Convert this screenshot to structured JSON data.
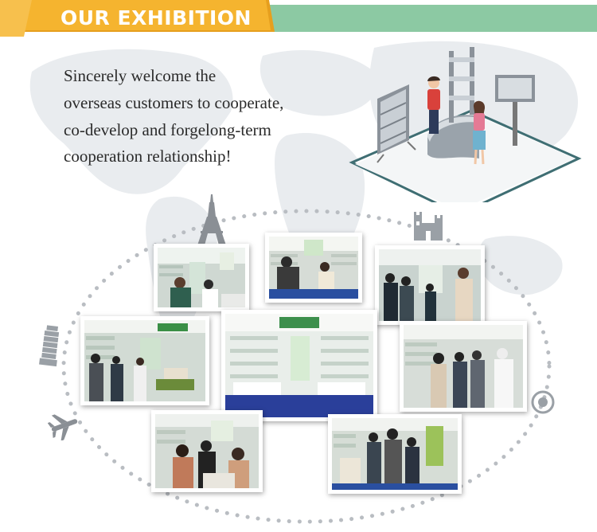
{
  "header": {
    "title": "OUR EXHIBITION",
    "accent_color": "#f5b42f",
    "band_color": "#8cc9a3"
  },
  "intro": {
    "lines": [
      "Sincerely welcome the",
      "overseas customers to cooperate,",
      "co-develop and forgelong-term",
      "cooperation relationship!"
    ]
  },
  "icons": {
    "eiffel": "eiffel-tower-icon",
    "castle": "castle-icon",
    "pisa": "leaning-tower-icon",
    "plane": "airplane-icon",
    "target": "target-icon"
  },
  "photos": [
    "booth-photo-top-left",
    "booth-photo-top-center",
    "booth-photo-top-right",
    "booth-photo-mid-left",
    "booth-photo-center",
    "booth-photo-mid-right",
    "booth-photo-bottom-left",
    "booth-photo-bottom-right"
  ]
}
